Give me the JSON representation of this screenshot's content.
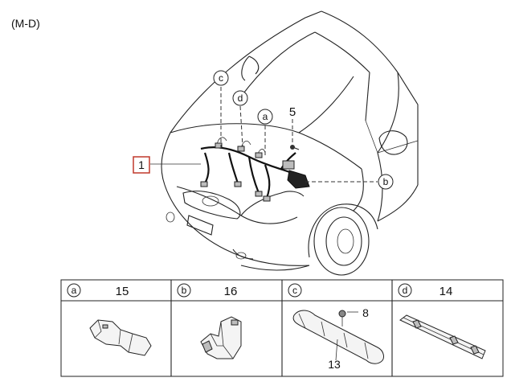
{
  "variant_label": "(M-D)",
  "main_callouts": {
    "harness": "1",
    "bolt": "5",
    "c": "c",
    "d": "d",
    "a": "a",
    "b": "b"
  },
  "table": {
    "cells": [
      {
        "letter": "a",
        "number": "15"
      },
      {
        "letter": "b",
        "number": "16"
      },
      {
        "letter": "c",
        "number": "",
        "sub_labels": [
          "8",
          "13"
        ]
      },
      {
        "letter": "d",
        "number": "14"
      }
    ]
  },
  "colors": {
    "line": "#222222",
    "highlight_box": "#c0392b"
  }
}
